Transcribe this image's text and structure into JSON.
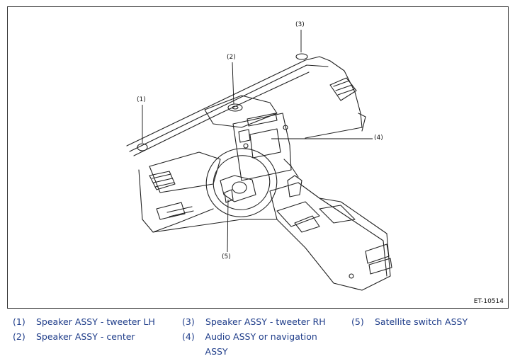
{
  "figure": {
    "id": "ET-10514",
    "callouts": [
      "(1)",
      "(2)",
      "(3)",
      "(4)",
      "(5)"
    ]
  },
  "legend": [
    {
      "num": "(1)",
      "text": "Speaker ASSY - tweeter LH"
    },
    {
      "num": "(2)",
      "text": "Speaker ASSY - center"
    },
    {
      "num": "(3)",
      "text": "Speaker ASSY - tweeter RH"
    },
    {
      "num": "(4)",
      "text": "Audio ASSY or navigation ASSY"
    },
    {
      "num": "(5)",
      "text": "Satellite switch ASSY"
    }
  ],
  "colors": {
    "legend_text": "#1f3d8a",
    "line_art": "#222222"
  }
}
